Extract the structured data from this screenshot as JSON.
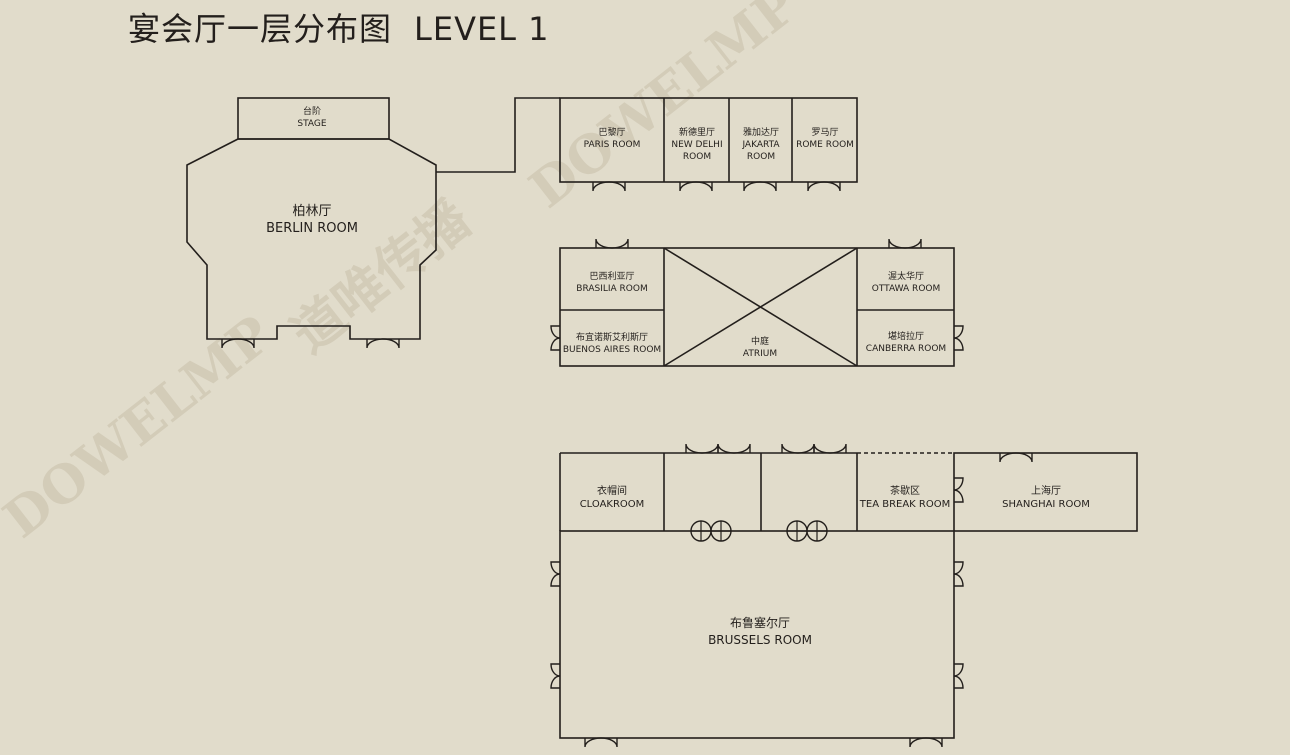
{
  "title": {
    "zh": "宴会厅一层分布图",
    "en": "LEVEL 1"
  },
  "watermark": {
    "brand": "DOWELMP",
    "zh": "道唯传播"
  },
  "colors": {
    "background": "#e1dccb",
    "line": "#231f1c",
    "watermark": "#c8bfaa"
  },
  "rooms": {
    "stage": {
      "zh": "台阶",
      "en": "STAGE"
    },
    "berlin": {
      "zh": "柏林厅",
      "en": "BERLIN ROOM"
    },
    "paris": {
      "zh": "巴黎厅",
      "en": "PARIS ROOM"
    },
    "new_delhi": {
      "zh": "新德里厅",
      "en1": "NEW DELHI",
      "en2": "ROOM"
    },
    "jakarta": {
      "zh": "雅加达厅",
      "en1": "JAKARTA",
      "en2": "ROOM"
    },
    "rome": {
      "zh": "罗马厅",
      "en": "ROME ROOM"
    },
    "brasilia": {
      "zh": "巴西利亚厅",
      "en": "BRASILIA ROOM"
    },
    "buenos_aires": {
      "zh": "布宜诺斯艾利斯厅",
      "en": "BUENOS AIRES ROOM"
    },
    "atrium": {
      "zh": "中庭",
      "en": "ATRIUM"
    },
    "ottawa": {
      "zh": "渥太华厅",
      "en": "OTTAWA ROOM"
    },
    "canberra": {
      "zh": "堪培拉厅",
      "en": "CANBERRA ROOM"
    },
    "cloakroom": {
      "zh": "衣帽间",
      "en": "CLOAKROOM"
    },
    "tea_break": {
      "zh": "茶歇区",
      "en": "TEA BREAK ROOM"
    },
    "shanghai": {
      "zh": "上海厅",
      "en": "SHANGHAI ROOM"
    },
    "brussels": {
      "zh": "布鲁塞尔厅",
      "en": "BRUSSELS ROOM"
    }
  }
}
